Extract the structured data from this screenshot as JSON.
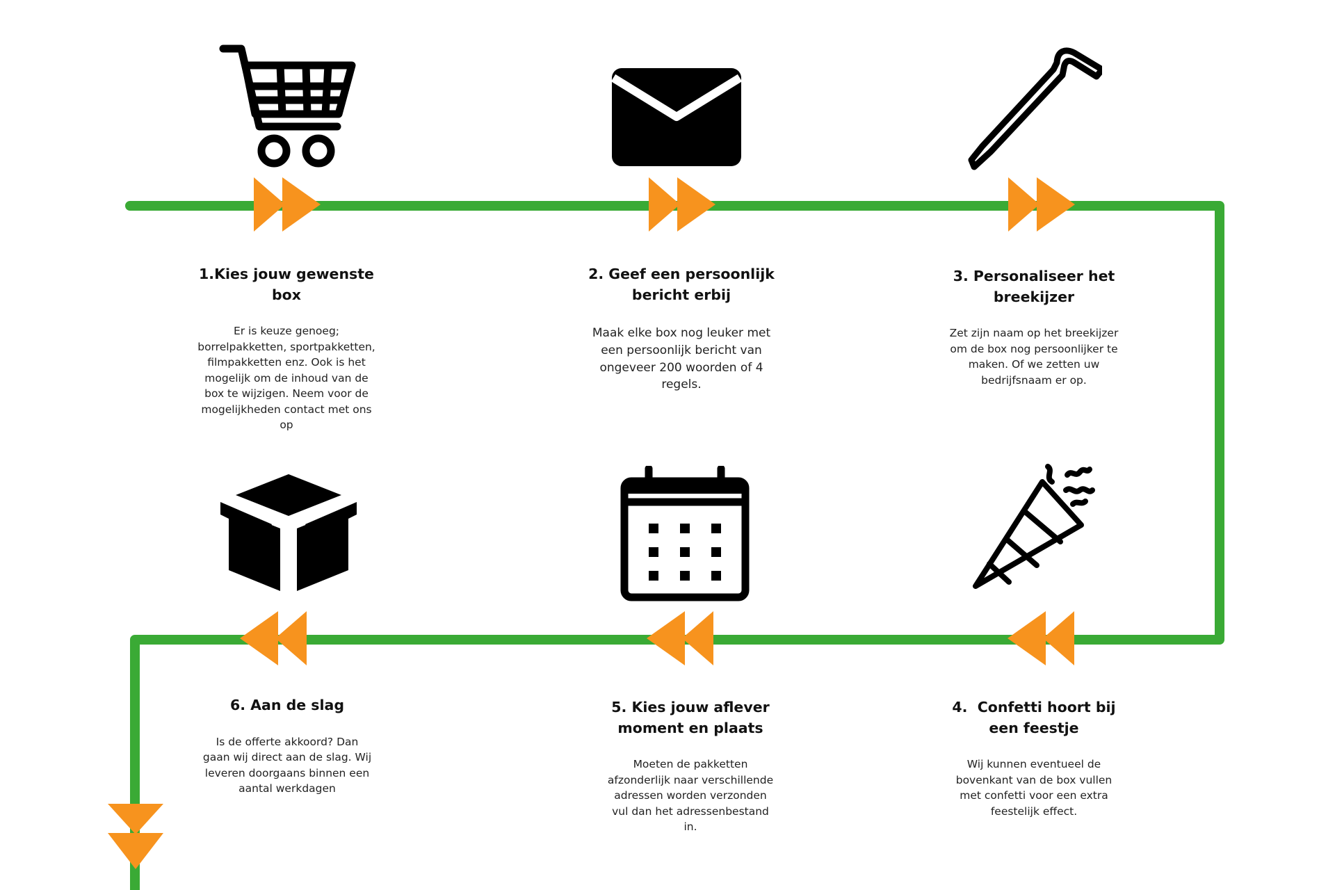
{
  "colors": {
    "line": "#3aaa35",
    "arrow": "#f7931e",
    "icon": "#000000"
  },
  "steps": [
    {
      "title": "1.Kies jouw gewenste box",
      "title_lines": [
        "1.Kies jouw gewenste",
        "box"
      ],
      "icon": "shopping-cart-icon",
      "description": "Er is keuze genoeg; borrelpakketten, sportpakketten, filmpakketten enz. Ook is het mogelijk om de inhoud van de box te wijzigen. Neem voor de mogelijkheden contact met ons op",
      "description_lines": [
        "Er is keuze genoeg;",
        "borrelpakketten, sportpakketten,",
        "filmpakketten enz. Ook is het",
        "mogelijk om de inhoud van de",
        "box te wijzigen. Neem voor de",
        "mogelijkheden contact met ons",
        "op"
      ]
    },
    {
      "title": "2. Geef een persoonlijk bericht erbij",
      "title_lines": [
        "2. Geef een persoonlijk",
        "bericht erbij"
      ],
      "icon": "envelope-icon",
      "description": "Maak elke box nog leuker met een persoonlijk bericht van ongeveer 200 woorden of 4 regels.",
      "description_lines": [
        "Maak elke box nog leuker met",
        "een persoonlijk bericht van",
        "ongeveer 200 woorden of 4",
        "regels."
      ]
    },
    {
      "title": "3. Personaliseer het breekijzer",
      "title_lines": [
        "3. Personaliseer het",
        "breekijzer"
      ],
      "icon": "crowbar-icon",
      "description": "Zet zijn naam op het breekijzer om de box nog persoonlijker te maken. Of we zetten uw bedrijfsnaam er op.",
      "description_lines": [
        "Zet zijn naam op het breekijzer",
        "om de box nog persoonlijker te",
        "maken. Of we zetten uw",
        "bedrijfsnaam er op."
      ]
    },
    {
      "title": "4.  Confetti hoort bij een feestje",
      "title_lines": [
        "4.  Confetti hoort bij",
        "een feestje"
      ],
      "icon": "party-popper-icon",
      "description": "Wij kunnen eventueel de bovenkant van de box vullen met confetti voor een extra feestelijk effect.",
      "description_lines": [
        "Wij kunnen eventueel de",
        "bovenkant van de box vullen",
        "met confetti voor een extra",
        "feestelijk effect."
      ]
    },
    {
      "title": "5. Kies jouw aflever moment en plaats",
      "title_lines": [
        "5. Kies jouw aflever",
        "moment en plaats"
      ],
      "icon": "calendar-icon",
      "description": "Moeten de pakketten afzonderlijk naar verschillende adressen worden verzonden vul dan het adressenbestand in.",
      "description_lines": [
        "Moeten de pakketten",
        "afzonderlijk naar verschillende",
        "adressen worden verzonden",
        "vul dan het adressenbestand",
        "in."
      ]
    },
    {
      "title": "6. Aan de slag",
      "title_lines": [
        "6. Aan de slag"
      ],
      "icon": "box-icon",
      "description": "Is de offerte akkoord? Dan gaan wij direct aan de slag. Wij leveren doorgaans binnen een aantal werkdagen",
      "description_lines": [
        "Is de offerte akkoord? Dan",
        "gaan wij direct aan de slag. Wij",
        "leveren doorgaans binnen een",
        "aantal werkdagen"
      ]
    }
  ]
}
